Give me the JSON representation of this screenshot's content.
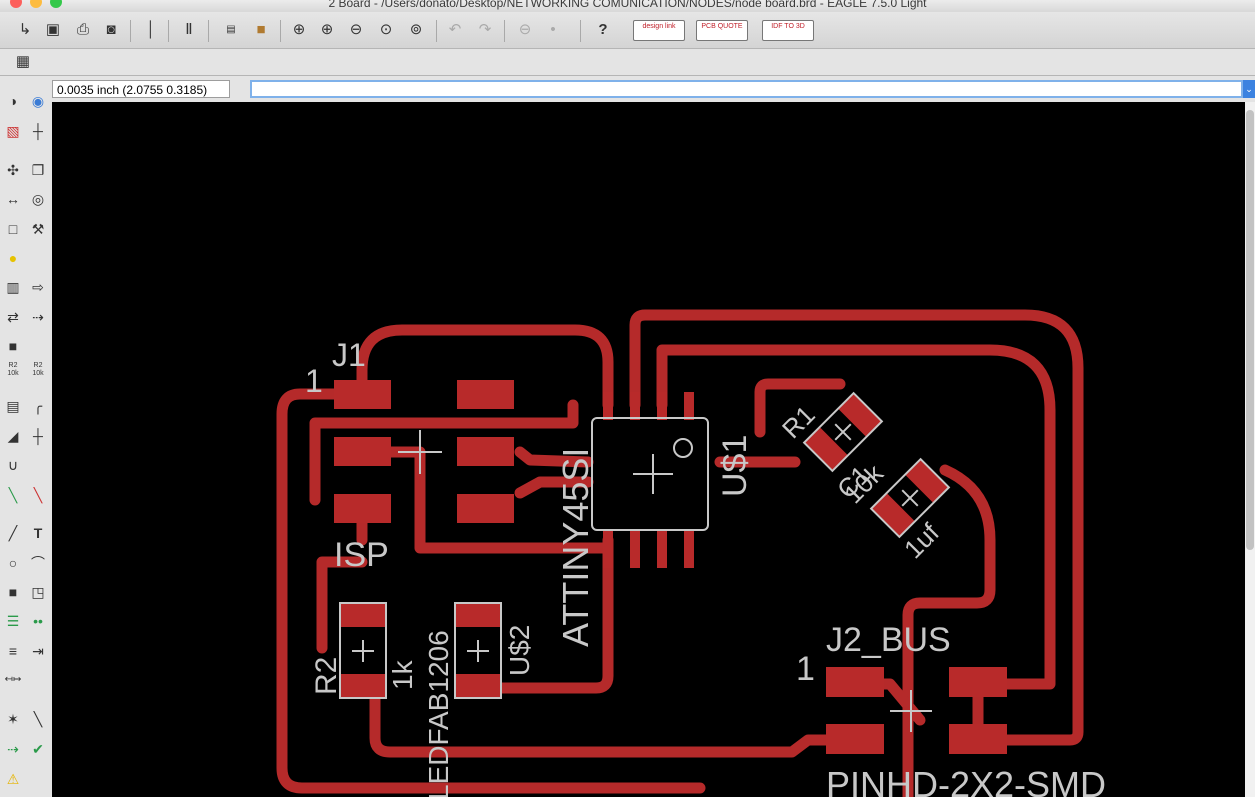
{
  "window": {
    "title": "2 Board - /Users/donato/Desktop/NETWORKING COMUNICATION/NODES/node board.brd - EAGLE 7.5.0 Light"
  },
  "toolbar": {
    "icons": [
      "open-icon",
      "save-icon",
      "print-icon",
      "cam-icon",
      "use-library-icon",
      "ulp-icon",
      "schematic-switch-icon",
      "board-switch-icon",
      "zoom-fit-icon",
      "zoom-in-icon",
      "zoom-out-icon",
      "zoom-redraw-icon",
      "zoom-select-icon",
      "undo-icon",
      "redo-icon",
      "stop-icon",
      "go-icon",
      "help-icon"
    ],
    "designlink_label": "design link",
    "pcb_quote_label": "PCB QUOTE",
    "idf_label": "IDF TO 3D"
  },
  "toolbar2": {
    "icons": [
      "grid-icon"
    ]
  },
  "command": {
    "coordinates": "0.0035 inch (2.0755 0.3185)",
    "input_value": ""
  },
  "sidebar": {
    "icons": [
      "info-icon",
      "show-icon",
      "display-icon",
      "mark-icon",
      "move-icon",
      "copy-icon",
      "mirror-icon",
      "rotate-icon",
      "group-icon",
      "change-icon",
      "paste-icon",
      "delete-icon",
      "add-icon",
      "replace-icon",
      "lock-icon",
      "name-icon",
      "value-icon",
      "smash-icon",
      "miter-icon",
      "split-icon",
      "optimize-icon",
      "route-icon",
      "ripup-icon",
      "wire-icon",
      "text-icon",
      "circle-icon",
      "arc-icon",
      "rect-icon",
      "polygon-icon",
      "via-icon",
      "signal-icon",
      "hole-icon",
      "attribute-icon",
      "dimension-icon",
      "ratsnest-icon",
      "autorouter-icon",
      "erc-icon",
      "drc-icon",
      "errors-icon"
    ],
    "r2_label": "R2",
    "r2_value": "10k",
    "r2b_label": "R2",
    "r2b_value": "10k"
  },
  "board": {
    "labels": {
      "j1": "J1",
      "pin1": "1",
      "isp": "ISP",
      "attiny": "ATTINY45SI",
      "us1": "U$1",
      "r1": "R1",
      "r1_value": "10k",
      "c1": "C1",
      "c1_value": "1uf",
      "j2": "J2_BUS",
      "j2_pin1": "1",
      "pinhd": "PINHD-2X2-SMD",
      "r2": "R2",
      "r2_value": "1k",
      "ledfab": "LEDFAB1206",
      "us2": "U$2"
    }
  },
  "colors": {
    "trace": "#b52a2a",
    "pad": "#b82a2a",
    "silk": "#c8c8c8",
    "background": "#000000"
  }
}
